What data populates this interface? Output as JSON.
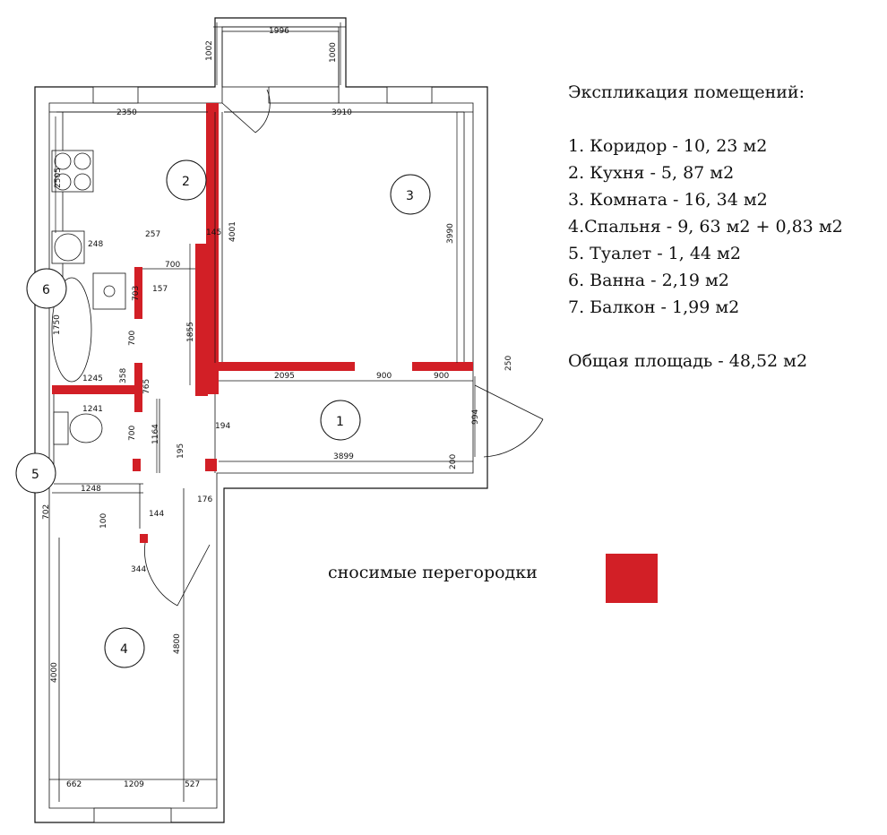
{
  "legend": {
    "title": "Экспликация помещений:",
    "items": [
      "1. Коридор - 10, 23 м2",
      "2. Кухня - 5, 87 м2",
      "3. Комната - 16, 34 м2",
      "4.Спальня - 9, 63 м2 + 0,83 м2",
      "5. Туалет - 1, 44 м2",
      "6. Ванна - 2,19 м2",
      "7. Балкон - 1,99 м2"
    ],
    "total": "Общая площадь - 48,52 м2"
  },
  "demolition": {
    "label": "сносимые перегородки",
    "color": "#d21f26"
  },
  "rooms": [
    "1",
    "2",
    "3",
    "4",
    "5",
    "6"
  ],
  "dimensions": [
    "1996",
    "1002",
    "1000",
    "2350",
    "3910",
    "2505",
    "4001",
    "3990",
    "248",
    "257",
    "145",
    "700",
    "157",
    "703",
    "1750",
    "700",
    "1855",
    "358",
    "765",
    "1245",
    "2095",
    "900",
    "900",
    "250",
    "994",
    "1241",
    "700",
    "1164",
    "194",
    "195",
    "3899",
    "200",
    "1248",
    "176",
    "702",
    "100",
    "144",
    "344",
    "4800",
    "4000",
    "662",
    "1209",
    "527"
  ]
}
